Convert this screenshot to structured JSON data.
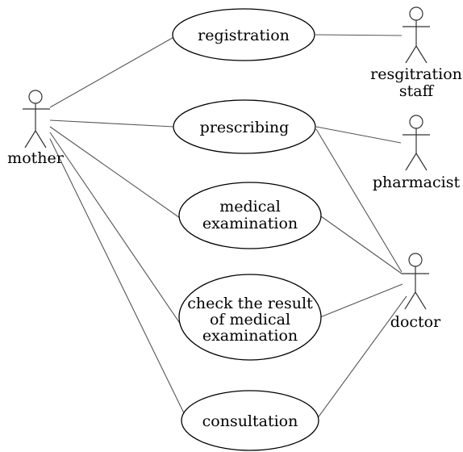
{
  "actors": {
    "mother": {
      "label": "mother"
    },
    "registration_staff": {
      "label_line1": "resgitration",
      "label_line2": "staff"
    },
    "pharmacist": {
      "label": "pharmacist"
    },
    "doctor": {
      "label": "doctor"
    }
  },
  "use_cases": {
    "registration": {
      "line1": "registration"
    },
    "prescribing": {
      "line1": "prescribing"
    },
    "medical_examination": {
      "line1": "medical",
      "line2": "examination"
    },
    "check_result": {
      "line1": "check the result",
      "line2": "of medical",
      "line3": "examination"
    },
    "consultation": {
      "line1": "consultation"
    }
  }
}
